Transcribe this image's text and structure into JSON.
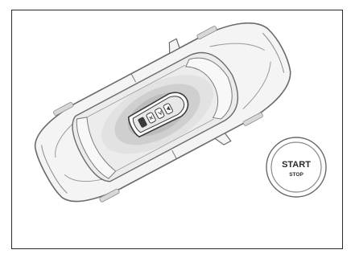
{
  "start_stop_button": {
    "line1": "START",
    "line2": "STOP"
  },
  "illustration": {
    "subject": "car-top-view",
    "key_icon": "smart-key-fob-icon"
  },
  "colors": {
    "outline": "#6a6a6a",
    "body_fill": "#f4f4f4",
    "cabin_shade_outer": "#e2e2e2",
    "cabin_shade_mid": "#cfcfcf",
    "cabin_shade_inner": "#bdbdbd",
    "key_dark": "#3a3a3a"
  }
}
